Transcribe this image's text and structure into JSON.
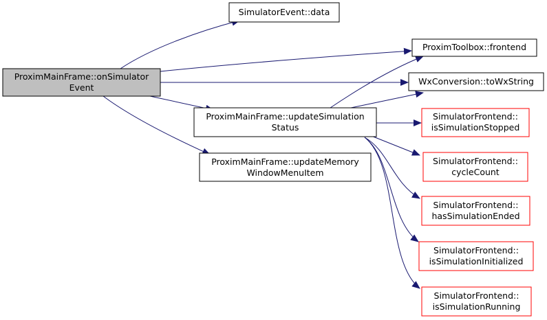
{
  "colors": {
    "edge": "#191970",
    "root_fill": "#bfbfbf",
    "node_fill": "#ffffff",
    "node_border": "#000000",
    "undocumented_border": "#ff0000"
  },
  "nodes": {
    "root": {
      "lines": [
        "ProximMainFrame::onSimulator",
        "Event"
      ]
    },
    "event_data": {
      "lines": [
        "SimulatorEvent::data"
      ]
    },
    "toolbox_frontend": {
      "lines": [
        "ProximToolbox::frontend"
      ]
    },
    "to_wx_string": {
      "lines": [
        "WxConversion::toWxString"
      ]
    },
    "update_sim_status": {
      "lines": [
        "ProximMainFrame::updateSimulation",
        "Status"
      ]
    },
    "update_memory_menu": {
      "lines": [
        "ProximMainFrame::updateMemory",
        "WindowMenuItem"
      ]
    },
    "is_sim_stopped": {
      "lines": [
        "SimulatorFrontend::",
        "isSimulationStopped"
      ]
    },
    "cycle_count": {
      "lines": [
        "SimulatorFrontend::",
        "cycleCount"
      ]
    },
    "has_sim_ended": {
      "lines": [
        "SimulatorFrontend::",
        "hasSimulationEnded"
      ]
    },
    "is_sim_initialized": {
      "lines": [
        "SimulatorFrontend::",
        "isSimulationInitialized"
      ]
    },
    "is_sim_running": {
      "lines": [
        "SimulatorFrontend::",
        "isSimulationRunning"
      ]
    }
  }
}
